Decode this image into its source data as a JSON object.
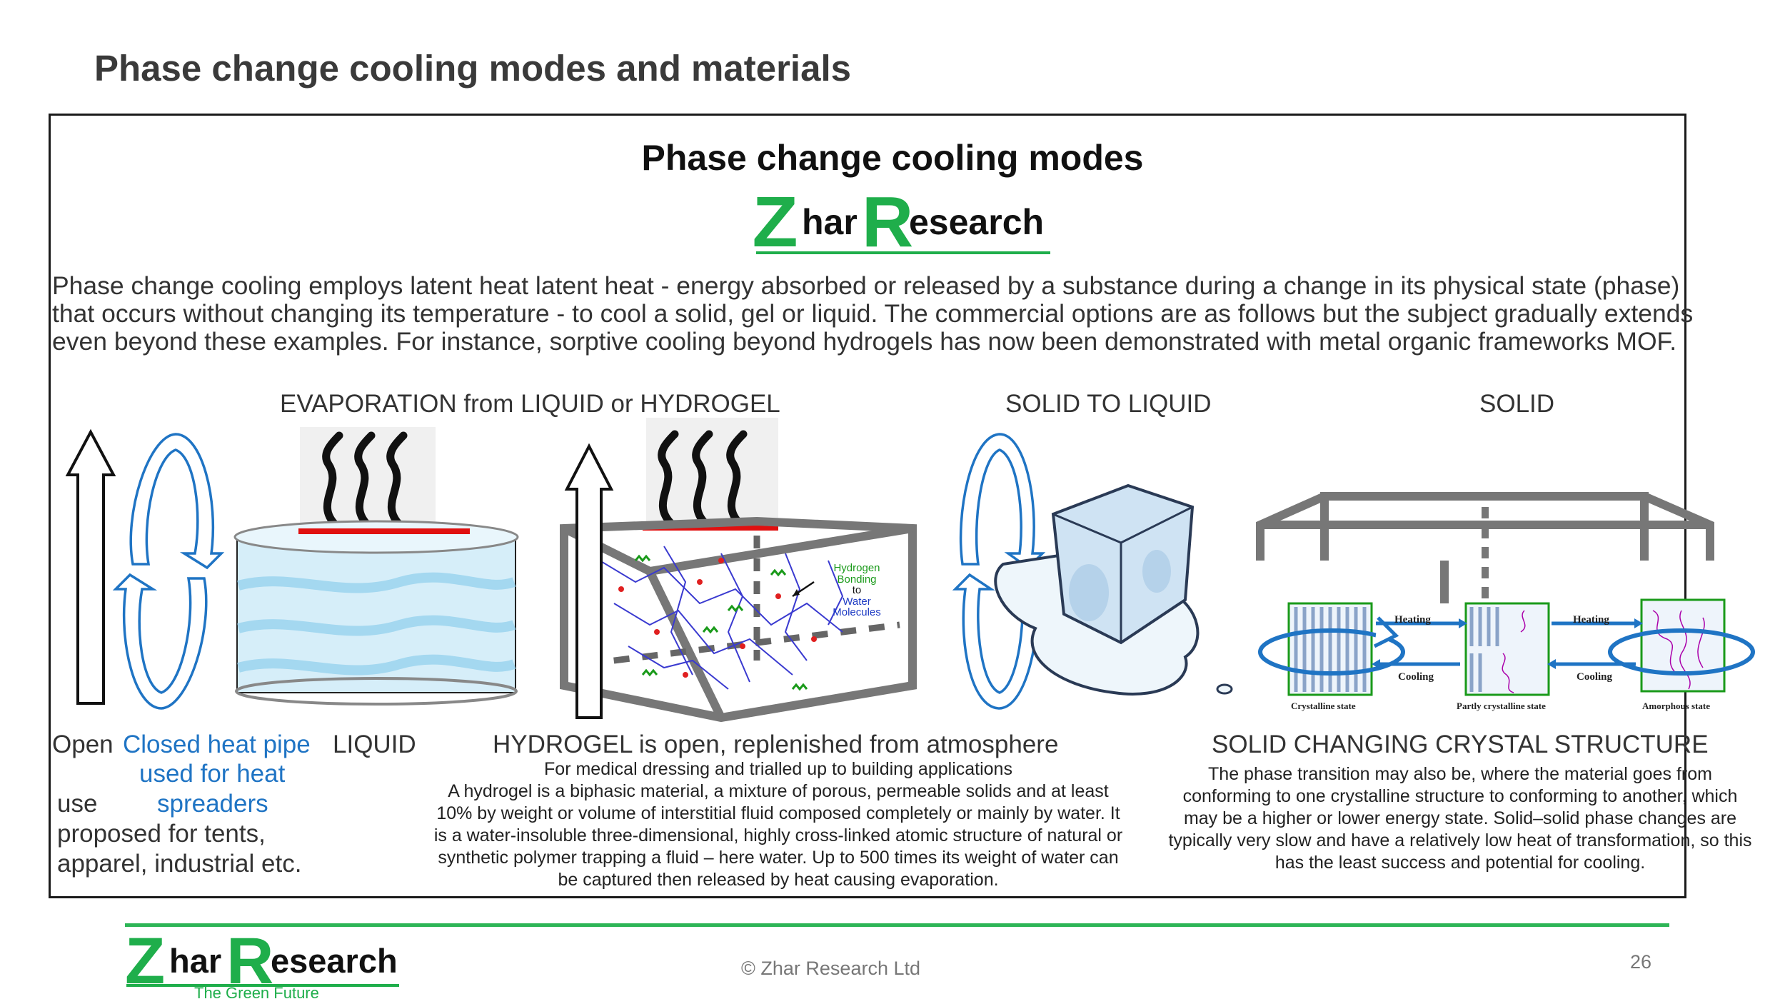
{
  "slide": {
    "title": "Phase change cooling modes and materials",
    "page_number": "26",
    "copyright": "© Zhar Research Ltd"
  },
  "box": {
    "title": "Phase change cooling modes",
    "logo": {
      "first": "Z",
      "mid": "har",
      "second": "R",
      "rest": "esearch"
    },
    "intro": "Phase change cooling employs latent heat latent heat - energy absorbed or released by a substance during a change in its physical state (phase) that occurs without changing its temperature - to cool a solid, gel or liquid. The commercial options are as follows but the subject gradually extends even beyond these examples. For instance, sorptive cooling beyond hydrogels has now been demonstrated with metal organic frameworks MOF."
  },
  "columns": {
    "evaporation_heading": "EVAPORATION from LIQUID or HYDROGEL",
    "solid_to_liquid_heading": "SOLID TO LIQUID",
    "solid_heading": "SOLID"
  },
  "diagrams": {
    "hydrogel_labels": {
      "l1": "Hydrogen",
      "l2": "Bonding",
      "l3": "to",
      "l4": "Water",
      "l5": "Molecules"
    },
    "crystal_labels": {
      "heating_1": "Heating",
      "cooling_1": "Cooling",
      "heating_2": "Heating",
      "cooling_2": "Cooling",
      "state_1": "Crystalline state",
      "state_2": "Partly crystalline state",
      "state_3": "Amorphous state"
    }
  },
  "captions": {
    "open_label": "Open",
    "open_use": "use",
    "open_desc_1": "proposed for tents,",
    "open_desc_2": "apparel, industrial etc.",
    "closed_1": "Closed heat pipe",
    "closed_2": "used for heat",
    "closed_3": "spreaders",
    "liquid": "LIQUID",
    "hydrogel_heading": "HYDROGEL is open, replenished from atmosphere",
    "hydrogel_sub": "For medical dressing and trialled up to building applications",
    "hydrogel_body": "A hydrogel is a biphasic material, a mixture of porous, permeable solids and at least 10% by weight or volume of interstitial fluid composed completely or mainly by water. It is a water-insoluble three-dimensional, highly cross-linked atomic structure of natural or synthetic polymer trapping a fluid – here water. Up to 500 times its weight of water can be captured then released by heat causing evaporation.",
    "crystal_heading": "SOLID CHANGING CRYSTAL STRUCTURE",
    "crystal_body": "The phase transition may also be, where the material goes from conforming to one crystalline structure to conforming to another, which may be a higher or lower energy state. Solid–solid phase changes are typically very slow and have a relatively low heat of transformation, so this has the least success and potential for cooling."
  },
  "footer": {
    "logo": {
      "first": "Z",
      "mid": "har",
      "second": "R",
      "rest": "esearch"
    },
    "tagline": "The Green Future"
  },
  "colors": {
    "brand_green": "#1fae4b",
    "accent_blue": "#1f74c4",
    "heat_red": "#e01010"
  }
}
